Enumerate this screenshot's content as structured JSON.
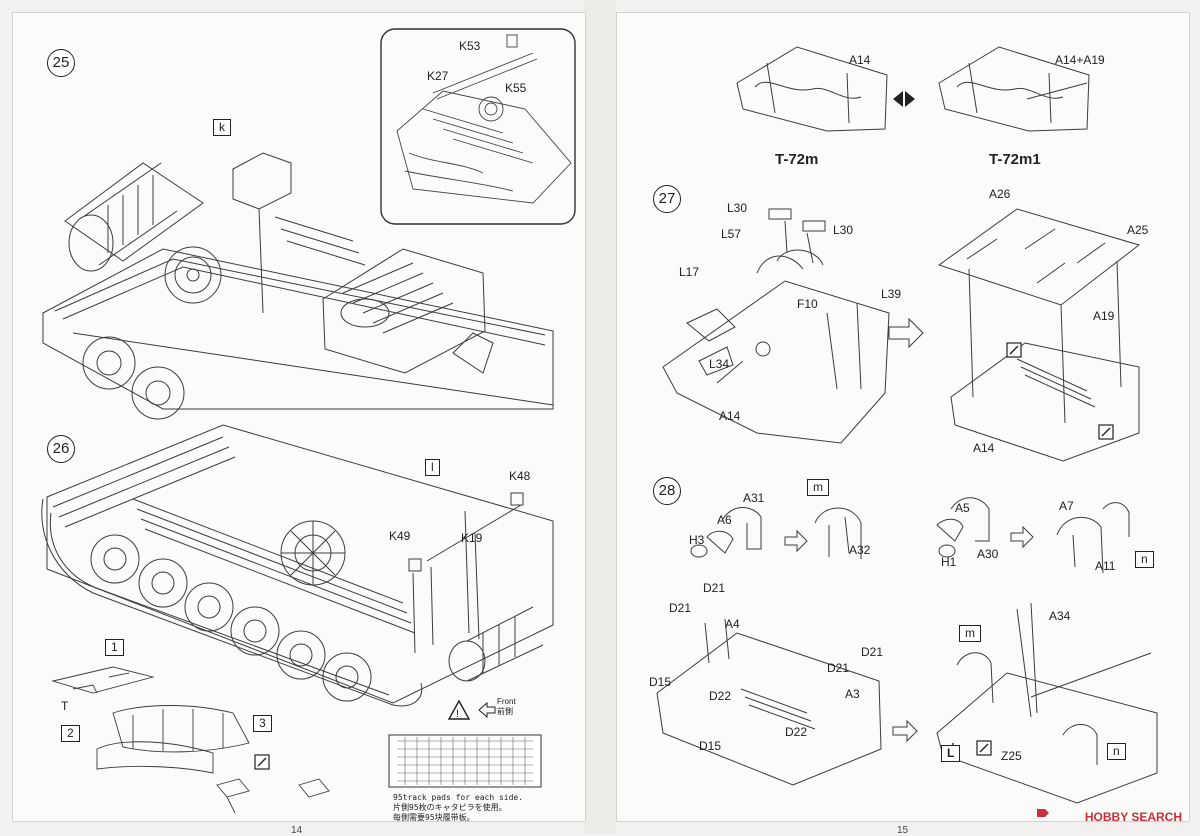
{
  "left_page": {
    "page_number": "14",
    "step25": {
      "number": "25",
      "part_box": "k",
      "inset_labels": [
        "K53",
        "K27",
        "K55"
      ]
    },
    "step26": {
      "number": "26",
      "part_box": "l",
      "labels": [
        "K48",
        "K49",
        "K19"
      ],
      "track_boxes": [
        "1",
        "2",
        "3"
      ],
      "track_label": "T",
      "front_label": "Front\n前側",
      "note": "95track pads for each side.\n片側95枚のキャタピラを使用。\n每側需要95块履带板。"
    }
  },
  "right_page": {
    "page_number": "15",
    "variants": {
      "t72m": {
        "caption": "T-72m",
        "part": "A14"
      },
      "t72m1": {
        "caption": "T-72m1",
        "part": "A14+A19"
      }
    },
    "step27": {
      "number": "27",
      "labels": [
        "L30",
        "L57",
        "L30",
        "L17",
        "F10",
        "L39",
        "L34",
        "A14",
        "A26",
        "A25",
        "A19",
        "A14"
      ]
    },
    "step28": {
      "number": "28",
      "boxes": [
        "m",
        "n",
        "m",
        "n",
        "L"
      ],
      "labels": [
        "A31",
        "A6",
        "H3",
        "A32",
        "A5",
        "A7",
        "H1",
        "A30",
        "A11",
        "D21",
        "D21",
        "A4",
        "D21",
        "D21",
        "D15",
        "D22",
        "A3",
        "D15",
        "D22",
        "A34",
        "Z25"
      ]
    }
  },
  "footer": {
    "brand": "HOBBY SEARCH"
  }
}
